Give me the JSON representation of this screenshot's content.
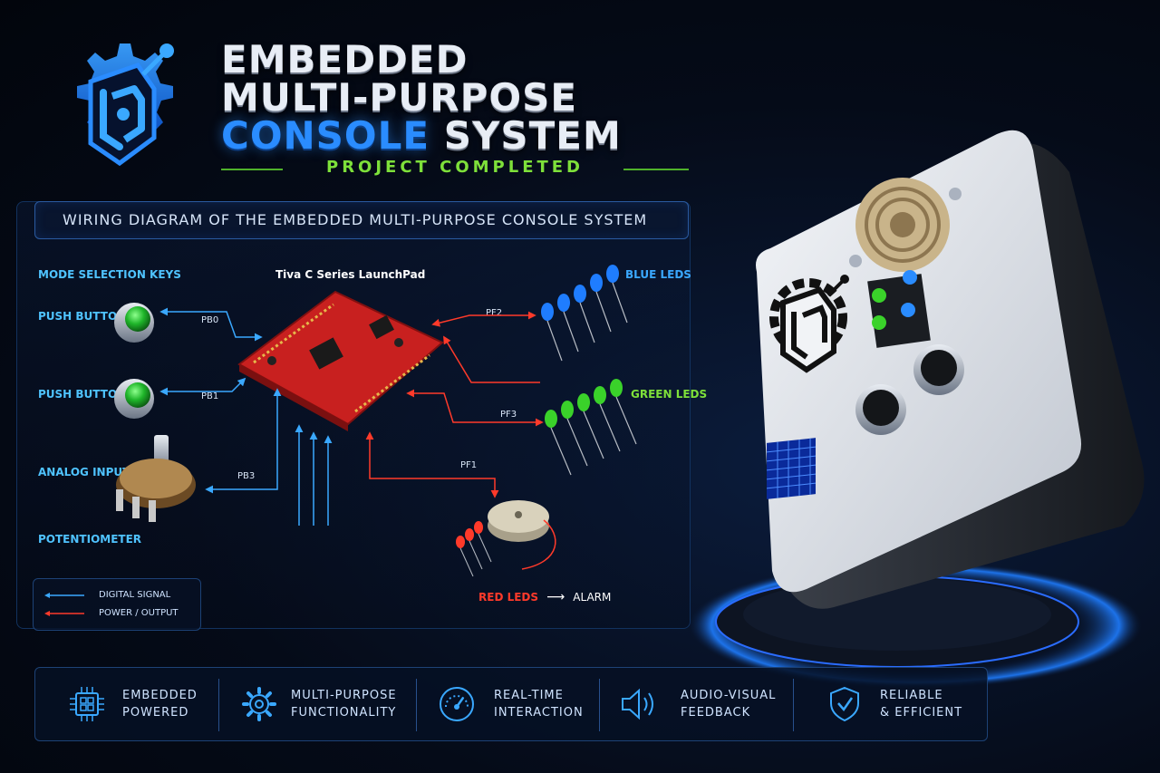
{
  "title": {
    "line1": "EMBEDDED",
    "line2": "MULTI-PURPOSE",
    "line3_accent": "CONSOLE",
    "line3_rest": " SYSTEM",
    "subtitle": "PROJECT COMPLETED"
  },
  "logo": {
    "icon": "gear-circuit-logo-icon"
  },
  "diagram": {
    "header": "WIRING DIAGRAM OF THE EMBEDDED MULTI-PURPOSE CONSOLE SYSTEM",
    "board_label": "Tiva C Series LaunchPad",
    "mode_selection": "MODE SELECTION KEYS",
    "push_button_1": "PUSH BUTTON 1",
    "push_button_2": "PUSH BUTTON 2",
    "analog_input": "ANALOG INPUT",
    "potentiometer": "POTENTIOMETER",
    "pins": {
      "pb0": "PB0",
      "pb1": "PB1",
      "pb3": "PB3",
      "pf2": "PF2",
      "pf3": "PF3",
      "pf1": "PF1"
    },
    "blue_leds": "BLUE LEDS",
    "green_leds": "GREEN LEDS",
    "red_leds": "RED LEDS",
    "alarm": "ALARM",
    "alarm_arrow": "⟶"
  },
  "legend": {
    "digital": "DIGITAL SIGNAL",
    "power": "POWER / OUTPUT"
  },
  "features": [
    {
      "icon": "chip-icon",
      "line1": "EMBEDDED",
      "line2": "POWERED"
    },
    {
      "icon": "gear-icon",
      "line1": "MULTI-PURPOSE",
      "line2": "FUNCTIONALITY"
    },
    {
      "icon": "speedometer-icon",
      "line1": "REAL-TIME",
      "line2": "INTERACTION"
    },
    {
      "icon": "speaker-icon",
      "line1": "AUDIO-VISUAL",
      "line2": "FEEDBACK"
    },
    {
      "icon": "shield-icon",
      "line1": "RELIABLE",
      "line2": "& EFFICIENT"
    }
  ],
  "colors": {
    "accent_blue": "#2a8cff",
    "accent_green": "#7ee03a",
    "signal_blue": "#3aa8ff",
    "signal_red": "#ff3a2a",
    "board_red": "#c8201f"
  }
}
